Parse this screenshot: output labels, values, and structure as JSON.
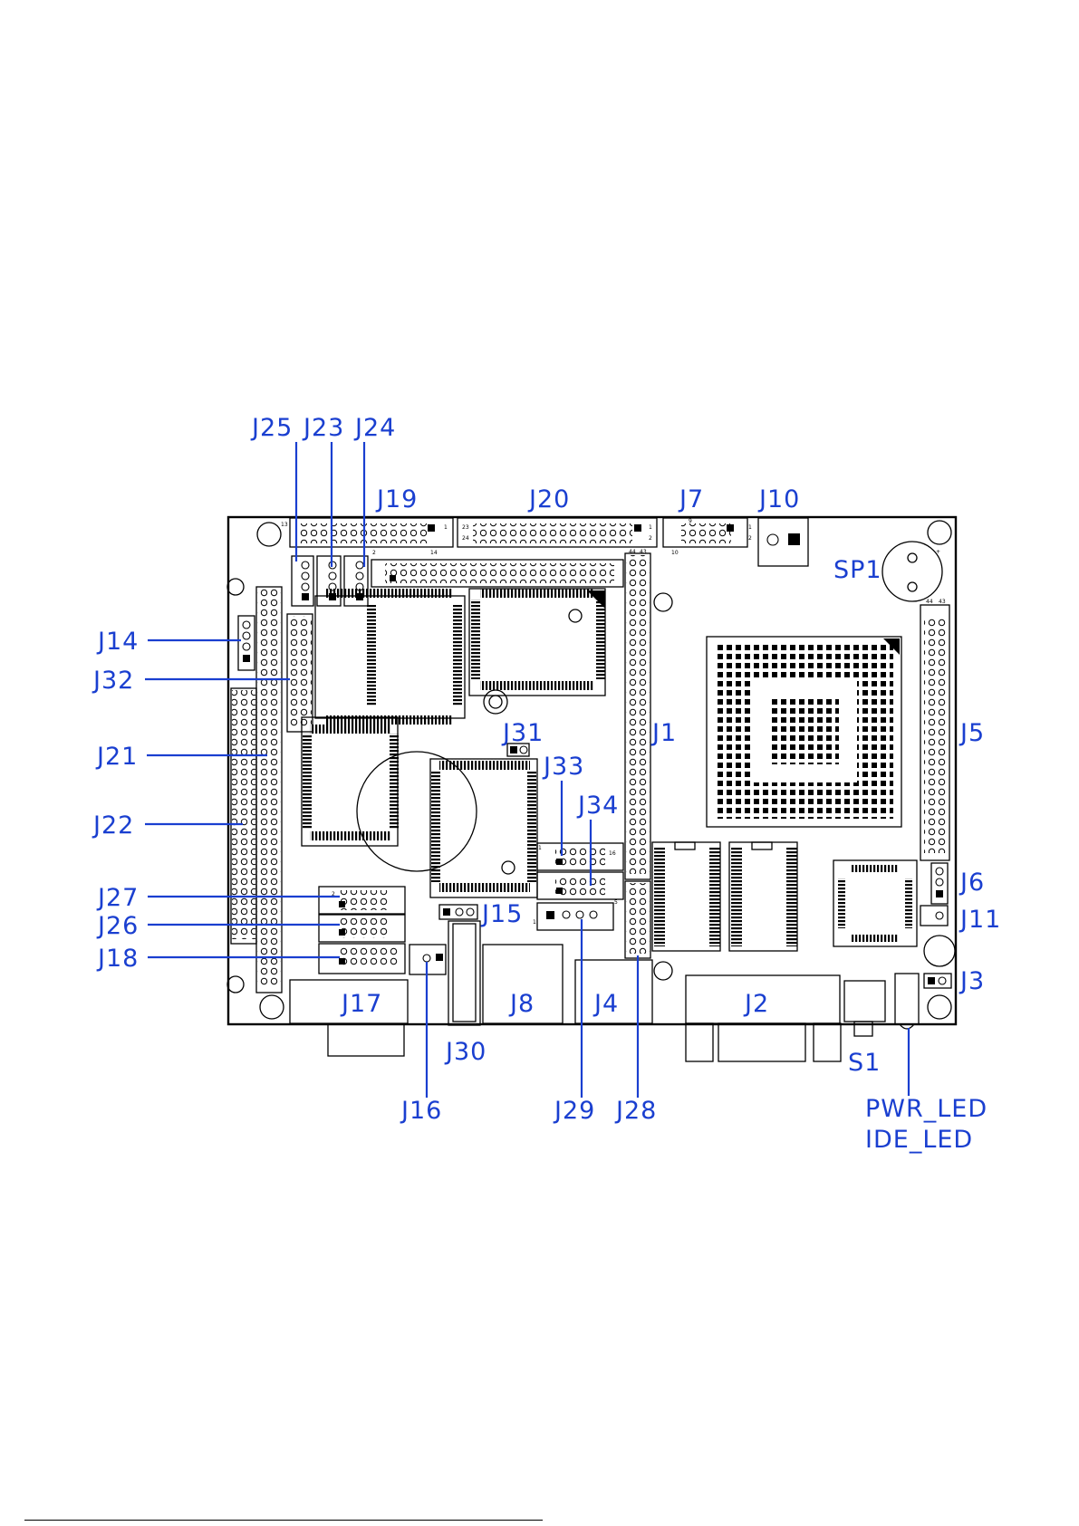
{
  "labels": {
    "J25": "J25",
    "J23": "J23",
    "J24": "J24",
    "J19": "J19",
    "J20": "J20",
    "J7": "J7",
    "J10": "J10",
    "SP1": "SP1",
    "J14": "J14",
    "J32": "J32",
    "J21": "J21",
    "J22": "J22",
    "J27": "J27",
    "J26": "J26",
    "J18": "J18",
    "J1": "J1",
    "J5": "J5",
    "J31": "J31",
    "J33": "J33",
    "J34": "J34",
    "J6": "J6",
    "J11": "J11",
    "J3": "J3",
    "J15": "J15",
    "J17": "J17",
    "J8": "J8",
    "J4": "J4",
    "J2": "J2",
    "J30": "J30",
    "S1": "S1",
    "J16": "J16",
    "J29": "J29",
    "J28": "J28",
    "PWR_LED": "PWR_LED",
    "IDE_LED": "IDE_LED"
  },
  "pin_numbers": {
    "j19_1": "1",
    "j19_2": "2",
    "j19_13": "13",
    "j19_14": "14",
    "j20_1": "1",
    "j20_2": "2",
    "j20_23": "23",
    "j20_24": "24",
    "j7_1": "1",
    "j7_2": "2",
    "j7_9": "9",
    "j7_10": "10",
    "j5_43": "43",
    "j5_44": "44",
    "j1_43": "43",
    "j1_44": "44",
    "j33_1": "1",
    "j33_16": "16",
    "j27_2": "2",
    "j29_1": "1",
    "j29_5": "5"
  },
  "colors": {
    "label": "#1a3fd0",
    "board": "#000000"
  }
}
